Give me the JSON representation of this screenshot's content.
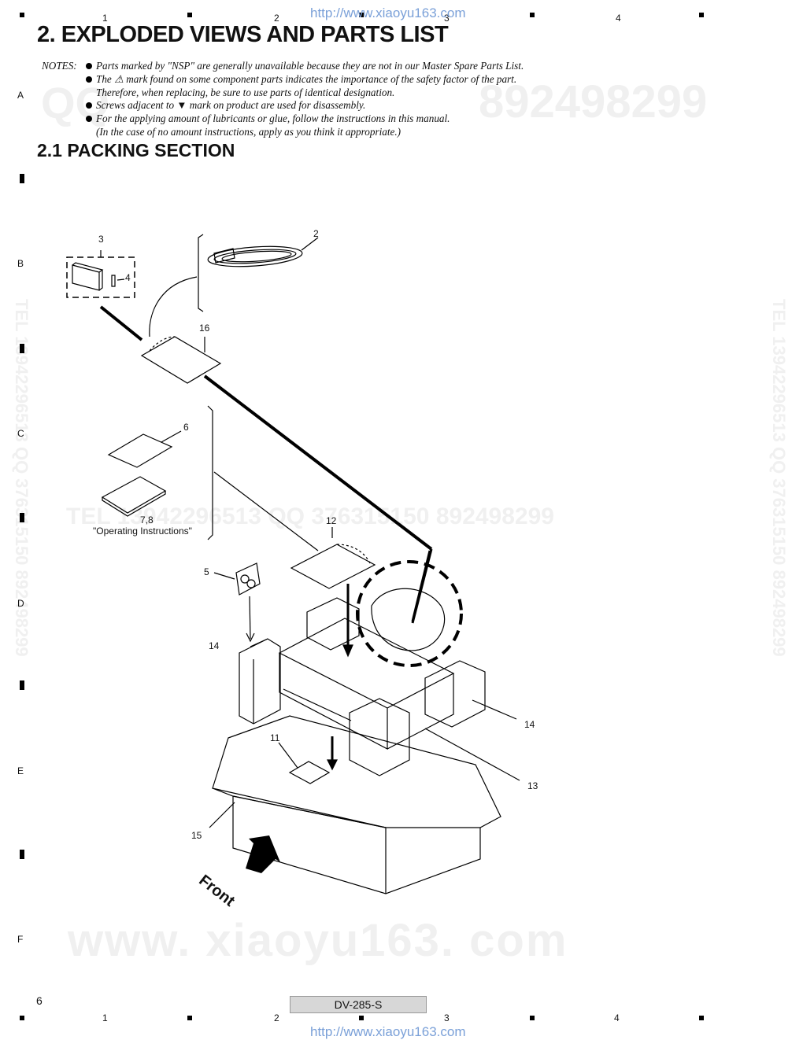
{
  "header_url": "http://www.xiaoyu163.com",
  "footer_url": "http://www.xiaoyu163.com",
  "ruler": {
    "columns": [
      "1",
      "2",
      "3",
      "4"
    ],
    "rows": [
      "A",
      "B",
      "C",
      "D",
      "E",
      "F"
    ]
  },
  "title": "2. EXPLODED VIEWS AND PARTS LIST",
  "notes": {
    "label": "NOTES:",
    "items": [
      "Parts marked by \"NSP\" are generally unavailable because they are not in our Master Spare Parts List.",
      "The ⚠ mark found on some component parts indicates the importance of the safety factor of the part.",
      "Therefore, when replacing, be sure to use parts of identical designation.",
      "Screws adjacent to ▼ mark on product are used for disassembly.",
      "For the applying amount of lubricants or glue, follow the instructions in this manual.",
      "(In the case of no amount instructions, apply as you think it appropriate.)"
    ]
  },
  "section_title": "2.1  PACKING SECTION",
  "diagram": {
    "callouts": {
      "c2": "2",
      "c3": "3",
      "c4": "4",
      "c16": "16",
      "c6": "6",
      "c78": "7,8",
      "op": "\"Operating Instructions\"",
      "c12": "12",
      "c5": "5",
      "c14a": "14",
      "c14b": "14",
      "c11": "11",
      "c13": "13",
      "c15": "15"
    },
    "front_label": "Front"
  },
  "watermarks": {
    "qq_left": "QQ",
    "qq_right": "892498299",
    "tel_line": "TEL 13942296513   QQ 376315150  892498299",
    "bottom": "www. xiaoyu163. com",
    "vert_left": "TEL 13942296513 QQ 376315150 892498299",
    "vert_right": "TEL 13942296513 QQ 376315150 892498299"
  },
  "footer": {
    "page": "6",
    "model": "DV-285-S"
  }
}
